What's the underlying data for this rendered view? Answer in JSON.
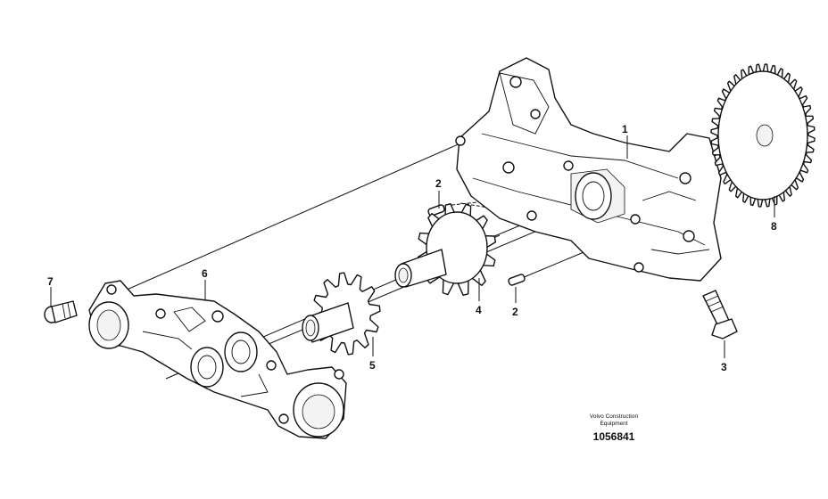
{
  "callouts": {
    "c1": "1",
    "c2a": "2",
    "c2b": "2",
    "c3": "3",
    "c4": "4",
    "c5": "5",
    "c6": "6",
    "c7": "7",
    "c8": "8"
  },
  "footer": {
    "brand_line1": "Volvo Construction",
    "brand_line2": "Equipment",
    "doc_number": "1056841"
  }
}
